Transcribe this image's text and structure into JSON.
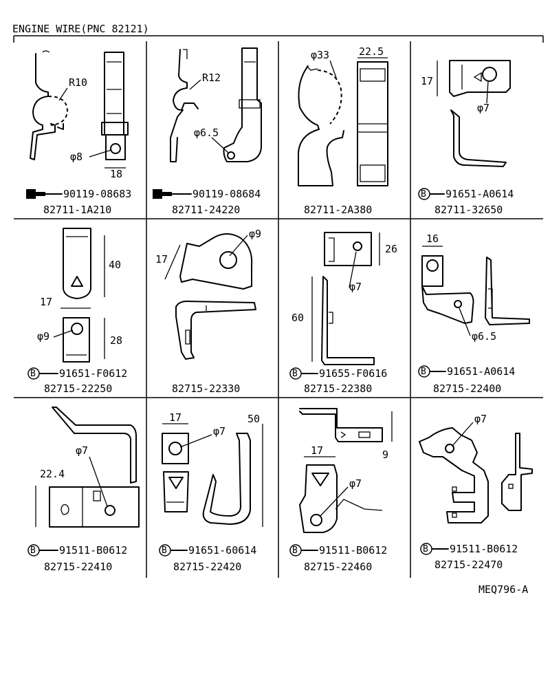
{
  "title": "ENGINE WIRE(PNC 82121)",
  "code": "MEQ796-A",
  "symbols": {
    "bolt": "bolt-icon",
    "circled_b": "B"
  },
  "cells": [
    {
      "id": "82711-1A210",
      "part_number": "82711-1A210",
      "fastener": "90119-08683",
      "fastener_icon": "bolt-icon",
      "callouts": [
        "R10",
        "φ8",
        "18"
      ]
    },
    {
      "id": "82711-24220",
      "part_number": "82711-24220",
      "fastener": "90119-08684",
      "fastener_icon": "bolt-icon",
      "callouts": [
        "R12",
        "φ6.5"
      ]
    },
    {
      "id": "82711-2A380",
      "part_number": "82711-2A380",
      "fastener": "",
      "callouts": [
        "φ33",
        "22.5"
      ]
    },
    {
      "id": "82711-32650",
      "part_number": "82711-32650",
      "fastener": "91651-A0614",
      "fastener_icon": "circled-b-icon",
      "callouts": [
        "17",
        "φ7"
      ]
    },
    {
      "id": "82715-22250",
      "part_number": "82715-22250",
      "fastener": "91651-F0612",
      "fastener_icon": "circled-b-icon",
      "callouts": [
        "40",
        "17",
        "φ9",
        "28"
      ]
    },
    {
      "id": "82715-22330",
      "part_number": "82715-22330",
      "fastener": "",
      "callouts": [
        "φ9",
        "17"
      ]
    },
    {
      "id": "82715-22380",
      "part_number": "82715-22380",
      "fastener": "91655-F0616",
      "fastener_icon": "circled-b-icon",
      "callouts": [
        "26",
        "φ7",
        "60"
      ]
    },
    {
      "id": "82715-22400",
      "part_number": "82715-22400",
      "fastener": "91651-A0614",
      "fastener_icon": "circled-b-icon",
      "callouts": [
        "16",
        "φ6.5"
      ]
    },
    {
      "id": "82715-22410",
      "part_number": "82715-22410",
      "fastener": "91511-B0612",
      "fastener_icon": "circled-b-icon",
      "callouts": [
        "φ7",
        "22.4"
      ]
    },
    {
      "id": "82715-22420",
      "part_number": "82715-22420",
      "fastener": "91651-60614",
      "fastener_icon": "circled-b-icon",
      "callouts": [
        "17",
        "φ7",
        "50"
      ]
    },
    {
      "id": "82715-22460",
      "part_number": "82715-22460",
      "fastener": "91511-B0612",
      "fastener_icon": "circled-b-icon",
      "callouts": [
        "9",
        "17",
        "φ7"
      ]
    },
    {
      "id": "82715-22470",
      "part_number": "82715-22470",
      "fastener": "91511-B0612",
      "fastener_icon": "circled-b-icon",
      "callouts": [
        "φ7"
      ]
    }
  ]
}
